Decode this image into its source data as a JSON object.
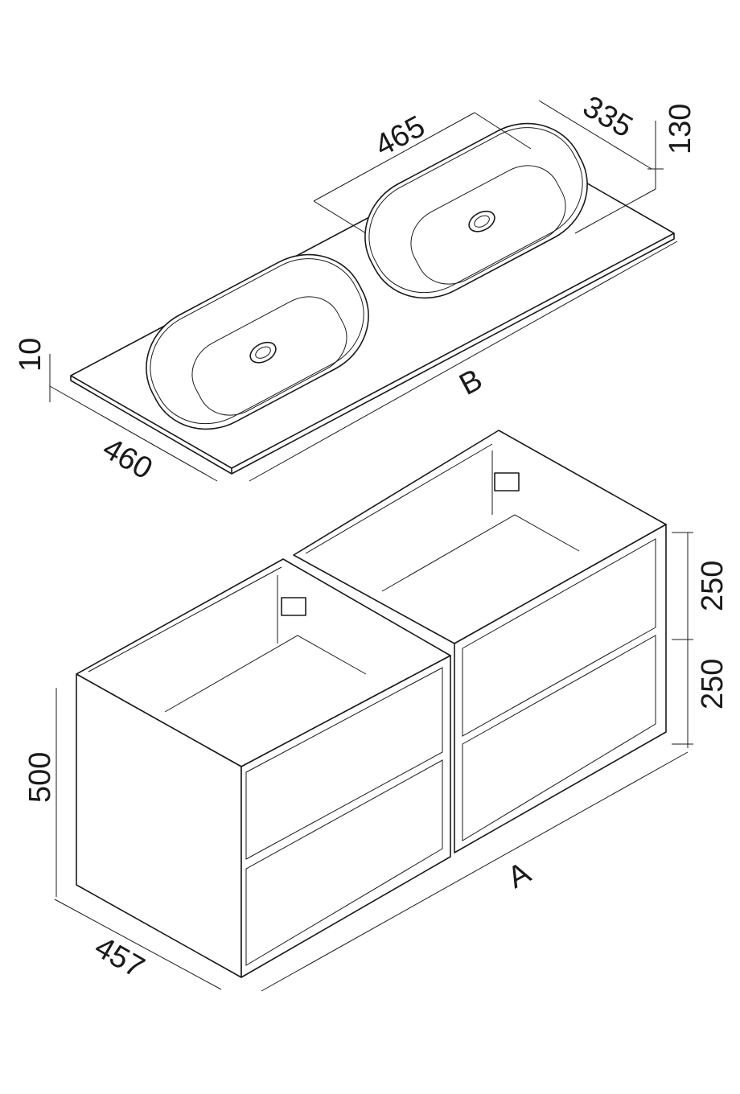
{
  "countertop": {
    "basin_length": "465",
    "basin_width": "335",
    "basin_height": "130",
    "top_thickness": "10",
    "top_depth": "460",
    "top_length": "B"
  },
  "cabinet": {
    "drawer_height_upper": "250",
    "drawer_height_lower": "250",
    "height": "500",
    "depth": "457",
    "length": "A"
  }
}
